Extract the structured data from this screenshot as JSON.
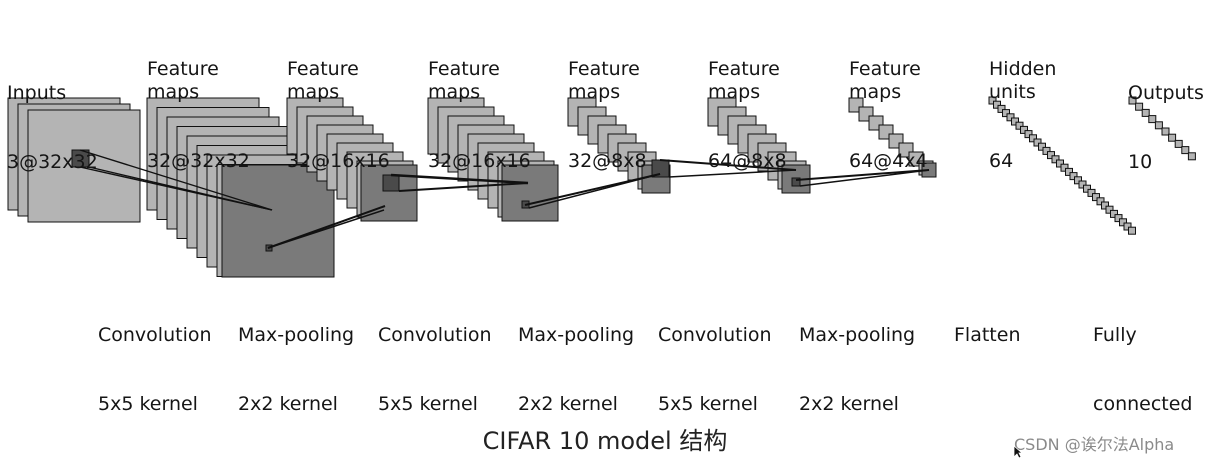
{
  "layers": [
    {
      "title": "Inputs",
      "shape": "3@32x32"
    },
    {
      "title": "Feature\nmaps",
      "shape": "32@32x32"
    },
    {
      "title": "Feature\nmaps",
      "shape": "32@16x16"
    },
    {
      "title": "Feature\nmaps",
      "shape": "32@16x16"
    },
    {
      "title": "Feature\nmaps",
      "shape": "32@8x8"
    },
    {
      "title": "Feature\nmaps",
      "shape": "64@8x8"
    },
    {
      "title": "Feature\nmaps",
      "shape": "64@4x4"
    },
    {
      "title": "Hidden\nunits",
      "shape": "64"
    },
    {
      "title": "Outputs",
      "shape": "10"
    }
  ],
  "operations": [
    {
      "name": "Convolution",
      "detail": "5x5 kernel"
    },
    {
      "name": "Max-pooling",
      "detail": "2x2 kernel"
    },
    {
      "name": "Convolution",
      "detail": "5x5 kernel"
    },
    {
      "name": "Max-pooling",
      "detail": "2x2 kernel"
    },
    {
      "name": "Convolution",
      "detail": "5x5 kernel"
    },
    {
      "name": "Max-pooling",
      "detail": "2x2 kernel"
    },
    {
      "name": "Flatten",
      "detail": ""
    },
    {
      "name": "Fully",
      "detail": "connected"
    }
  ],
  "caption": "CIFAR 10 model 结构",
  "watermark": "CSDN @诶尔法Alpha",
  "colors": {
    "map_light": "#b4b4b4",
    "map_mid": "#9a9a9a",
    "map_dark": "#7a7a7a",
    "edge": "#111111"
  }
}
